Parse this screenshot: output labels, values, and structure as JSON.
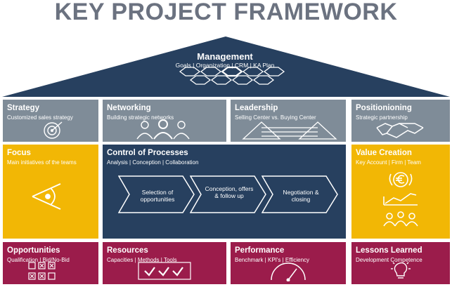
{
  "title": "KEY PROJECT FRAMEWORK",
  "management": {
    "title": "Management",
    "subtitle": "Goals | Organization | CRM | KA Plan"
  },
  "row1": [
    {
      "title": "Strategy",
      "subtitle": "Customized sales strategy",
      "icon": "target-icon"
    },
    {
      "title": "Networking",
      "subtitle": "Building strategic networks",
      "icon": "people-icon"
    },
    {
      "title": "Leadership",
      "subtitle": "Selling Center vs. Buying Center",
      "icon": "triangles-icon"
    },
    {
      "title": "Positionioning",
      "subtitle": "Strategic partnership",
      "icon": "handshake-icon"
    }
  ],
  "focus": {
    "title": "Focus",
    "subtitle": "Main initiatives of the teams",
    "icon": "eye-icon"
  },
  "control": {
    "title": "Control of Processes",
    "subtitle": "Analysis | Conception | Collaboration",
    "steps": [
      "Selection of opportunities",
      "Conception, offers & follow up",
      "Negotiation & closing"
    ]
  },
  "value": {
    "title": "Value Creation",
    "subtitle": "Key Account | Firm | Team",
    "icon": "euro-growth-icon"
  },
  "row3": [
    {
      "title": "Opportunities",
      "subtitle": "Qualification | Bid/No-Bid",
      "icon": "checklist-grid-icon"
    },
    {
      "title": "Resources",
      "subtitle": "Capacities | Methods | Tools",
      "icon": "checkmarks-icon"
    },
    {
      "title": "Performance",
      "subtitle": "Benchmark | KPI's | Efficiency",
      "icon": "gauge-icon"
    },
    {
      "title": "Lessons Learned",
      "subtitle": "Development Competence",
      "icon": "lightbulb-icon"
    }
  ],
  "colors": {
    "gray": "#7f8c98",
    "yellow": "#f2b705",
    "navy": "#27405f",
    "magenta": "#9b1c4b"
  }
}
